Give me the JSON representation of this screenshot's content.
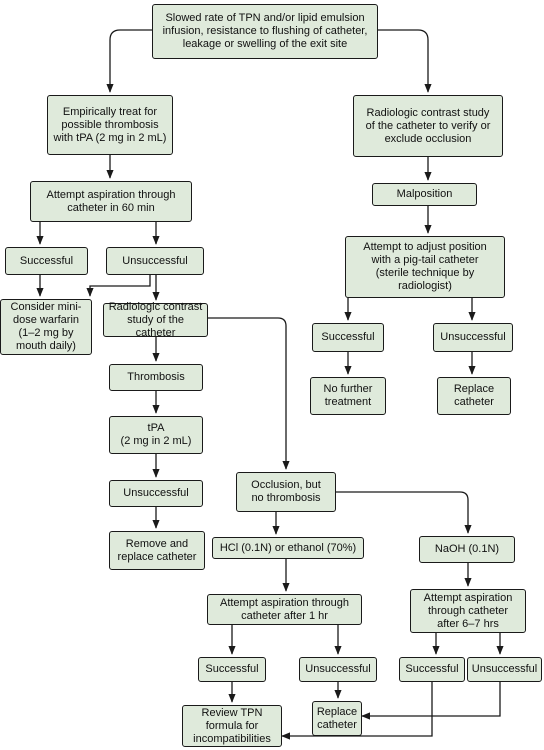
{
  "nodes": {
    "start": "Slowed rate of TPN and/or lipid emulsion\ninfusion, resistance to flushing of catheter,\nleakage or swelling of the exit site",
    "empirical": "Empirically treat for\npossible thrombosis\nwith tPA (2 mg in 2 mL)",
    "radiologic_right": "Radiologic contrast study\nof the catheter to verify or\nexclude occlusion",
    "aspiration60": "Attempt aspiration through\ncatheter in 60 min",
    "malposition": "Malposition",
    "adjust": "Attempt to adjust position\nwith a pig-tail catheter\n(sterile technique by\nradiologist)",
    "successful_left": "Successful",
    "unsuccessful_left": "Unsuccessful",
    "warfarin": "Consider mini-\ndose warfarin\n(1–2 mg by\nmouth daily)",
    "radiologic_left": "Radiologic contrast\nstudy of the catheter",
    "successful_right": "Successful",
    "unsuccessful_right": "Unsuccessful",
    "no_further": "No further\ntreatment",
    "replace_right": "Replace\ncatheter",
    "thrombosis": "Thrombosis",
    "tpa": "tPA\n(2 mg in 2 mL)",
    "unsuccessful_tpa": "Unsuccessful",
    "remove_replace": "Remove and\nreplace catheter",
    "occlusion": "Occlusion, but\nno thrombosis",
    "hcl": "HCl (0.1N) or ethanol (70%)",
    "naoh": "NaOH (0.1N)",
    "aspiration1hr": "Attempt aspiration through\ncatheter after 1 hr",
    "aspiration67": "Attempt aspiration\nthrough catheter\nafter 6–7 hrs",
    "successful_hcl": "Successful",
    "unsuccessful_hcl": "Unsuccessful",
    "successful_naoh": "Successful",
    "unsuccessful_naoh": "Unsuccessful",
    "review_tpn": "Review TPN\nformula for\nincompatibilities",
    "replace_bottom": "Replace\ncatheter"
  },
  "colors": {
    "box_fill": "#dfeadb",
    "line": "#1a1a1a"
  }
}
